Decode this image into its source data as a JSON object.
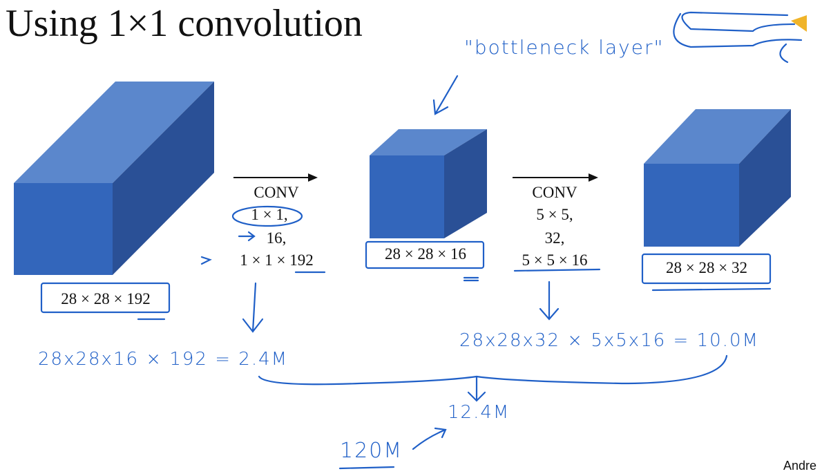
{
  "title": "Using 1×1 convolution",
  "conv1": {
    "label": "CONV",
    "kernel": "1 × 1,",
    "filters": "16,",
    "filter_shape": "1 × 1 × 192"
  },
  "conv2": {
    "label": "CONV",
    "kernel": "5 × 5,",
    "filters": "32,",
    "filter_shape": "5 × 5 × 16"
  },
  "volumes": {
    "input": "28 × 28 × 192",
    "bottleneck": "28 × 28 × 16",
    "output": "28 × 28 × 32"
  },
  "annotations": {
    "bottleneck_note": "\"bottleneck layer\"",
    "cost1": "28x28x16 × 192 = 2.4M",
    "cost2": "28x28x32 × 5x5x16 = 10.0M",
    "total": "12.4M",
    "previous": "120M"
  },
  "colors": {
    "cube_front": "#3366bb",
    "cube_top": "#5b87cc",
    "cube_side": "#2a5096",
    "ink": "#1f5fc7"
  },
  "credit": "Andre"
}
